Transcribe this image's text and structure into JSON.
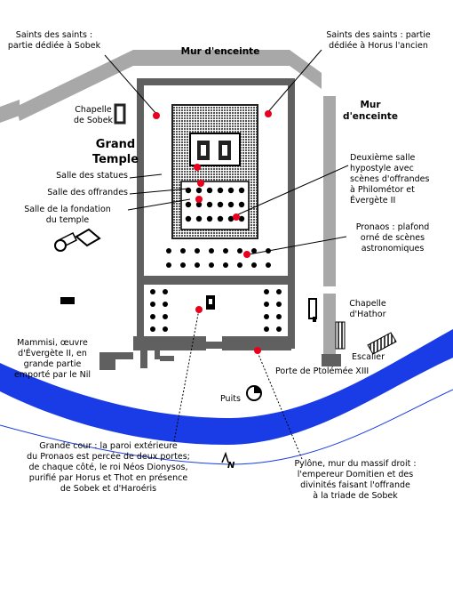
{
  "colors": {
    "wall": "#606060",
    "wall_dark": "#333333",
    "light_wall": "#a8a8a8",
    "river": "#1a3ce6",
    "marker": "#e8001c",
    "line": "#000000",
    "background": "#ffffff"
  },
  "labels": {
    "sobek_sanctuary": [
      "Saints des saints :",
      "partie dédiée à Sobek"
    ],
    "horus_sanctuary": [
      "Saints des saints : partie",
      "dédiée à Horus l'ancien"
    ],
    "enclosure_wall_top": "Mur d'enceinte",
    "enclosure_wall_right": [
      "Mur",
      "d'enceinte"
    ],
    "sobek_chapel": [
      "Chapelle",
      "de Sobek"
    ],
    "grand_temple": [
      "Grand",
      "Temple"
    ],
    "statues_room": "Salle des statues",
    "offerings_room": "Salle des offrandes",
    "foundation_room": [
      "Salle de la fondation",
      "du temple"
    ],
    "second_hypostyle": [
      "Deuxième salle",
      "hypostyle avec",
      "scènes d'offrandes",
      "à Philométor et",
      "Évergète II"
    ],
    "pronaos": [
      "Pronaos : plafond",
      "orné de scènes",
      "astronomiques"
    ],
    "hathor_chapel": [
      "Chapelle",
      "d'Hathor"
    ],
    "mammisi": [
      "Mammisi, œuvre",
      "d'Évergète II, en",
      "grande partie",
      "emporté par le Nil"
    ],
    "staircase": "Escalier",
    "ptolemy_gate": "Porte de Ptolémée XIII",
    "well": "Puits",
    "great_court": [
      "Grande cour : la paroi extérieure",
      "du Pronaos est percée de deux portes;",
      "de chaque côté, le roi Néos Dionysos,",
      "purifié par Horus et Thot en présence",
      "de Sobek et d'Haroéris"
    ],
    "pylon": [
      "Pylône, mur du massif droit :",
      "l'empereur Domitien et des",
      "divinités faisant l'offrande",
      "à la triade de Sobek"
    ]
  },
  "north_arrow_text": "N"
}
